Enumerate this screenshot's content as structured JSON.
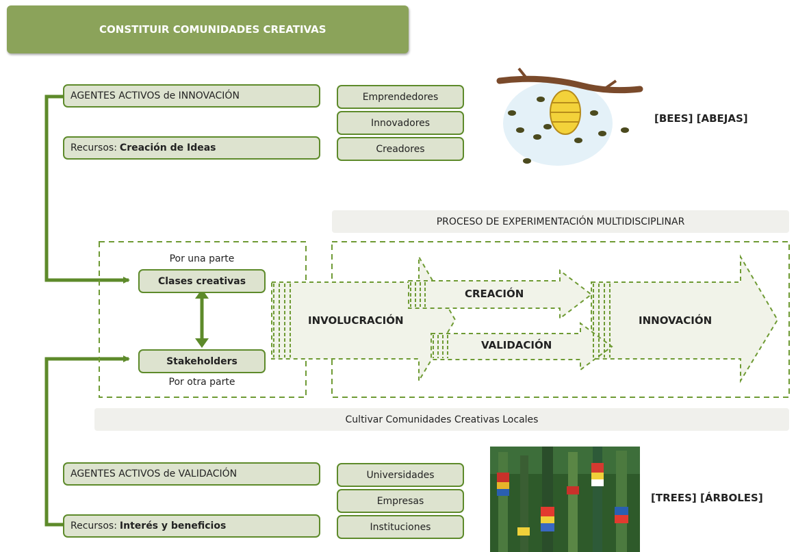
{
  "header": {
    "title": "CONSTITUIR COMUNIDADES CREATIVAS"
  },
  "innovation_group": {
    "agents_label": "AGENTES ACTIVOS de INNOVACIÓN",
    "resources_prefix": "Recursos:",
    "resources_value": "Creación de Ideas",
    "types": [
      "Emprendedores",
      "Innovadores",
      "Creadores"
    ],
    "image_label": "[BEES] [ABEJAS]"
  },
  "process": {
    "title": "PROCESO DE EXPERIMENTACIÓN MULTIDISCIPLINAR",
    "top_caption": "Por una parte",
    "bottom_caption": "Por otra parte",
    "node_top": "Clases creativas",
    "node_bottom": "Stakeholders",
    "involvement": "INVOLUCRACIÓN",
    "creation": "CREACIÓN",
    "validation": "VALIDACIÓN",
    "innovation": "INNOVACIÓN"
  },
  "footer_band": {
    "label": "Cultivar Comunidades Creativas Locales"
  },
  "validation_group": {
    "agents_label": "AGENTES ACTIVOS de VALIDACIÓN",
    "resources_prefix": "Recursos:",
    "resources_value": "Interés y beneficios",
    "types": [
      "Universidades",
      "Empresas",
      "Instituciones"
    ],
    "image_label": "[TREES] [ÁRBOLES]"
  },
  "colors": {
    "banner": "#8ba35a",
    "line": "#5d8a2a",
    "box_fill": "#dde3cf",
    "band": "#f0f0ec"
  }
}
